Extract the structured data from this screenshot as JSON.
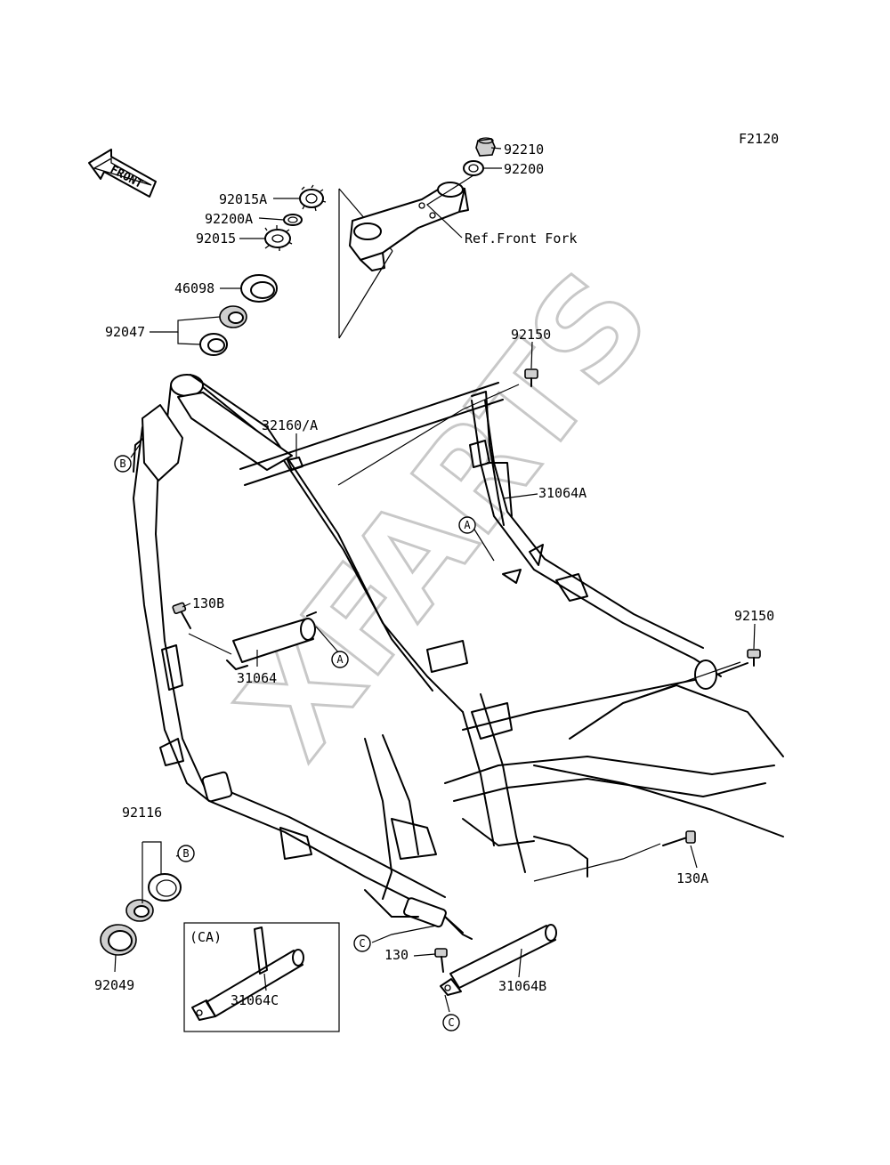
{
  "figure_code": "F2120",
  "front_arrow_label": "FRONT",
  "watermark": "XFARTS",
  "ref_label": "Ref.Front Fork",
  "subassembly_label": "(CA)",
  "parts": {
    "p92210": "92210",
    "p92200": "92200",
    "p92015A": "92015A",
    "p92200A": "92200A",
    "p92015": "92015",
    "p46098": "46098",
    "p92047": "92047",
    "p92150_top": "92150",
    "p32160A": "32160/A",
    "p31064A": "31064A",
    "p130B": "130B",
    "p31064": "31064",
    "p92150_right": "92150",
    "p92116": "92116",
    "p92049": "92049",
    "p130A": "130A",
    "p130": "130",
    "p31064B": "31064B",
    "p31064C": "31064C"
  },
  "callouts": {
    "b_left": "B",
    "a_right": "A",
    "a_mid": "A",
    "b_lower": "B",
    "c_left": "C",
    "c_bottom": "C"
  }
}
